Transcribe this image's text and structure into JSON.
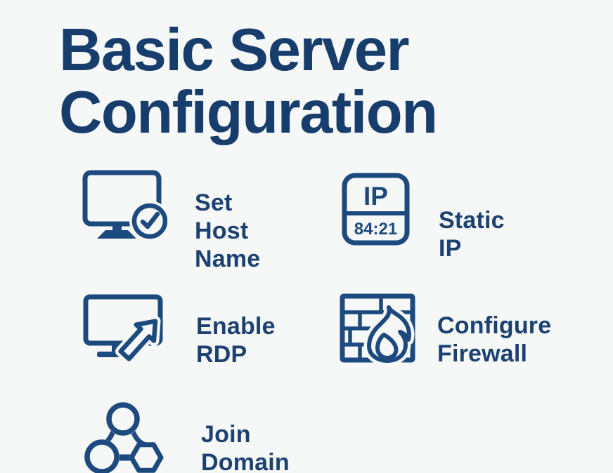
{
  "header": {
    "title_lines": [
      "Basic Server",
      "Configuration"
    ]
  },
  "items": [
    {
      "name": "set-host-name",
      "icon": "monitor-check-icon",
      "label_lines": [
        "Set",
        "Host",
        "Name"
      ]
    },
    {
      "name": "static-ip",
      "icon": "ip-address-box-icon",
      "label_lines": [
        "Static IP"
      ],
      "icon_text": {
        "top": "IP",
        "bottom": "84:21"
      }
    },
    {
      "name": "enable-rdp",
      "icon": "monitor-remote-arrow-icon",
      "label_lines": [
        "Enable",
        "RDP"
      ]
    },
    {
      "name": "configure-firewall",
      "icon": "firewall-brick-flame-icon",
      "label_lines": [
        "Configure",
        "Firewall"
      ]
    },
    {
      "name": "join-domain",
      "icon": "network-nodes-icon",
      "label_lines": [
        "Join",
        "Domain"
      ]
    }
  ],
  "colors": {
    "background": "#f6f7f7",
    "title_text": "#173d6c",
    "label_text": "#1b4170",
    "icon_stroke": "#1d4a7e"
  }
}
